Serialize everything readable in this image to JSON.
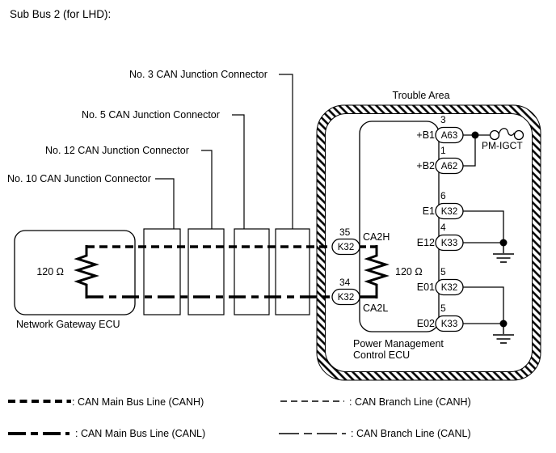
{
  "title": "Sub Bus 2 (for LHD):",
  "trouble_area_label": "Trouble Area",
  "junction_connectors": [
    {
      "label": "No. 3 CAN Junction Connector"
    },
    {
      "label": "No. 5 CAN Junction Connector"
    },
    {
      "label": "No. 12 CAN Junction Connector"
    },
    {
      "label": "No. 10 CAN Junction Connector"
    }
  ],
  "network_gateway_ecu": {
    "label": "Network Gateway ECU",
    "resistor_value": "120 Ω"
  },
  "power_management_ecu": {
    "label_line1": "Power Management",
    "label_line2": "Control ECU",
    "resistor_value": "120 Ω",
    "fuse_label": "PM-IGCT",
    "terminals": {
      "b1": {
        "name": "+B1",
        "pin_no": "3",
        "connector": "A63"
      },
      "b2": {
        "name": "+B2",
        "pin_no": "1",
        "connector": "A62"
      },
      "ca2h": {
        "name": "CA2H",
        "pin_no": "35",
        "connector": "K32"
      },
      "ca2l": {
        "name": "CA2L",
        "pin_no": "34",
        "connector": "K32"
      },
      "e1": {
        "name": "E1",
        "pin_no": "6",
        "connector": "K32"
      },
      "e12": {
        "name": "E12",
        "pin_no": "4",
        "connector": "K33"
      },
      "e01": {
        "name": "E01",
        "pin_no": "5",
        "connector": "K32"
      },
      "e02": {
        "name": "E02",
        "pin_no": "5",
        "connector": "K33"
      }
    }
  },
  "legend": [
    {
      "label": ": CAN Main Bus Line (CANH)",
      "style": "main-canh"
    },
    {
      "label": ": CAN Main Bus Line (CANL)",
      "style": "main-canl"
    },
    {
      "label": ": CAN Branch Line (CANH)",
      "style": "branch-canh"
    },
    {
      "label": ": CAN Branch Line (CANL)",
      "style": "branch-canl"
    }
  ],
  "colors": {
    "line": "#000000",
    "background": "#ffffff"
  }
}
